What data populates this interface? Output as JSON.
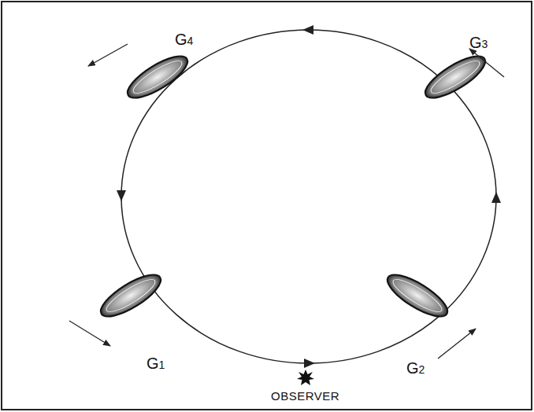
{
  "diagram": {
    "labels": [
      "G4",
      "G3",
      "G1",
      "G2",
      "OBSERVER"
    ]
  }
}
